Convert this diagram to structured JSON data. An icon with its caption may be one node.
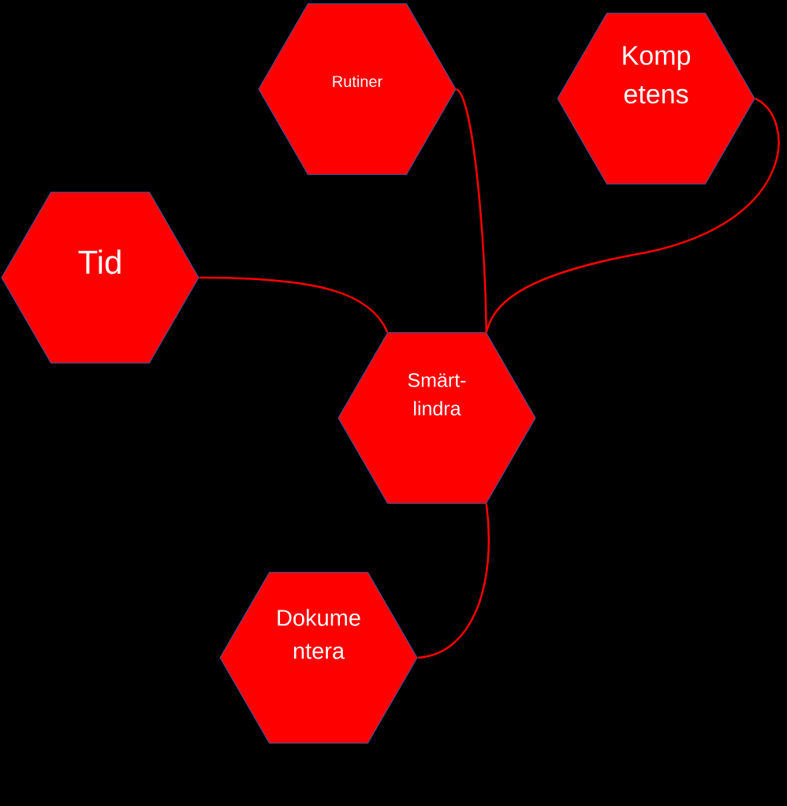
{
  "diagram": {
    "nodes": [
      {
        "text": [
          "Rutiner"
        ]
      },
      {
        "text": [
          "Komp etens"
        ]
      },
      {
        "text": [
          "Tid"
        ]
      },
      {
        "text": [
          "Smärt- lindra"
        ]
      },
      {
        "text": [
          "Dokume ntera"
        ]
      }
    ],
    "edges": [
      {
        "from": 0,
        "to": 3,
        "arrow": "none"
      },
      {
        "from": 1,
        "to": 3,
        "arrow": "none"
      },
      {
        "from": 2,
        "to": 3,
        "arrow": "none"
      },
      {
        "from": 3,
        "to": 4,
        "arrow": "none"
      }
    ]
  }
}
